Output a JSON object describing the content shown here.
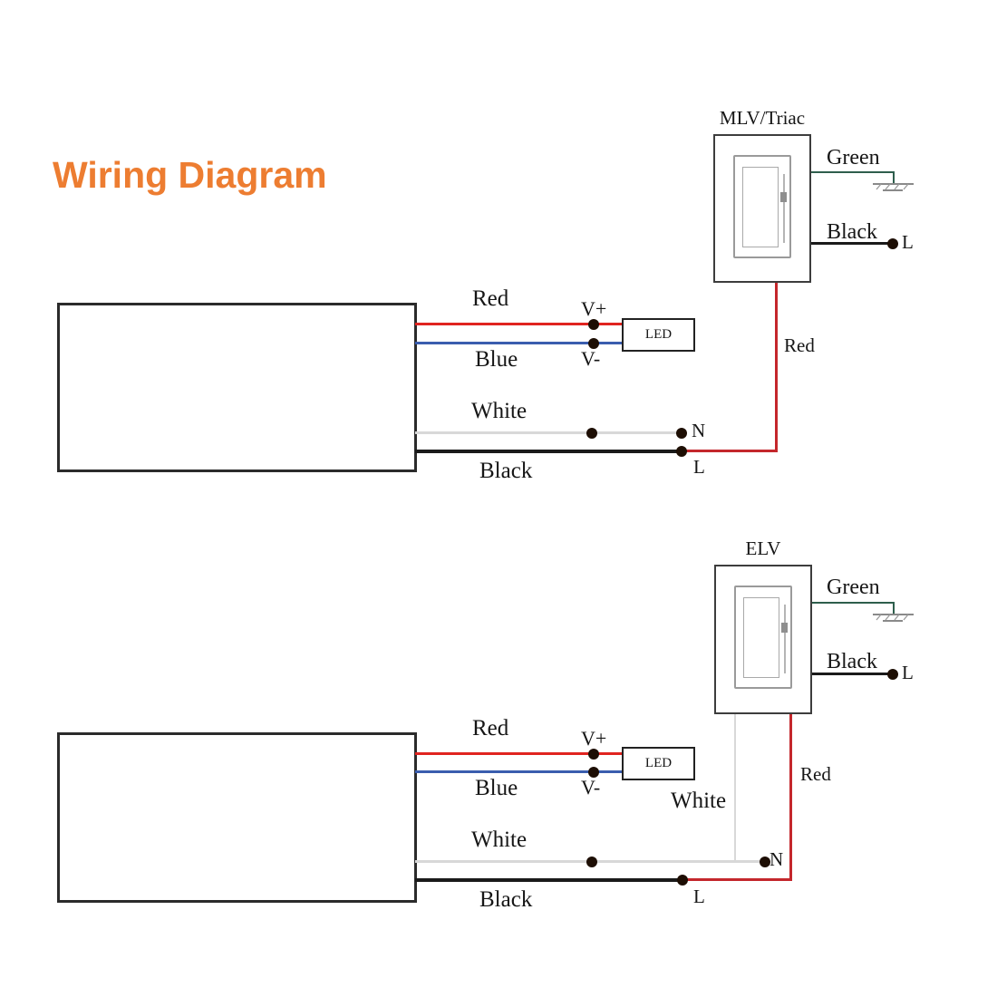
{
  "title": "Wiring Diagram",
  "colors": {
    "title_orange": "#ED7D31",
    "red_wire": "#e02420",
    "red_wire_dark": "#c4272c",
    "blue_wire": "#3a5dae",
    "white_wire": "#d8d8d8",
    "black_wire": "#1a1a1a",
    "green_wire": "#2e5e4c"
  },
  "circuits": [
    {
      "name": "MLV/Triac dimmer circuit",
      "dimmer_label": "MLV/Triac",
      "driver_outputs": {
        "red": "Red",
        "blue": "Blue",
        "white": "White",
        "black": "Black"
      },
      "led_label": "LED",
      "led_terminals": {
        "positive": "V+",
        "negative": "V-"
      },
      "ac_terminals": {
        "neutral": "N",
        "line": "L"
      },
      "dimmer_wires": {
        "green": "Green",
        "black": "Black",
        "red": "Red"
      },
      "dimmer_line_terminal": "L"
    },
    {
      "name": "ELV dimmer circuit",
      "dimmer_label": "ELV",
      "driver_outputs": {
        "red": "Red",
        "blue": "Blue",
        "white": "White",
        "black": "Black"
      },
      "led_label": "LED",
      "led_terminals": {
        "positive": "V+",
        "negative": "V-"
      },
      "ac_terminals": {
        "neutral": "N",
        "line": "L"
      },
      "dimmer_wires": {
        "green": "Green",
        "black": "Black",
        "red": "Red",
        "white": "White"
      },
      "dimmer_line_terminal": "L"
    }
  ]
}
